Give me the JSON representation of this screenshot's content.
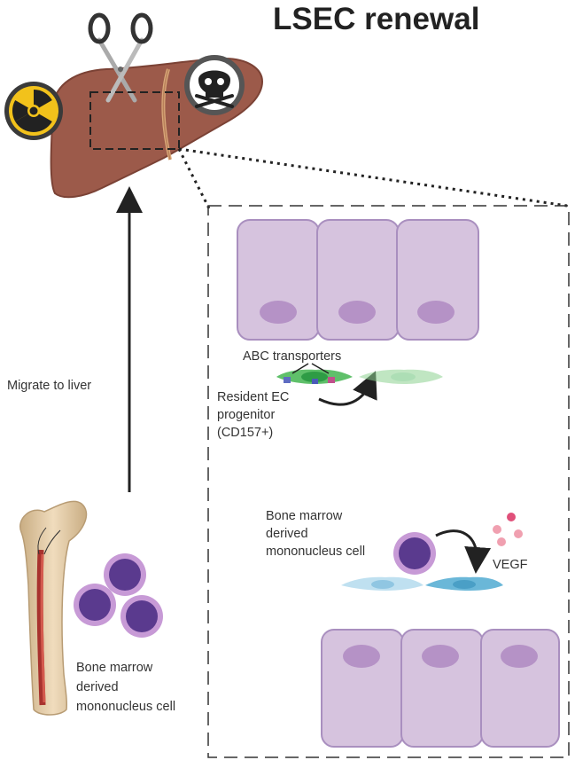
{
  "title": "LSEC renewal",
  "labels": {
    "migrate": "Migrate to liver",
    "bone_marrow_left": "Bone marrow\nderived\nmononucleus cell",
    "abc_transporters": "ABC transporters",
    "resident_ec": "Resident EC\nprogenitor\n(CD157+)",
    "bone_marrow_right": "Bone marrow\nderived\nmononucleus cell",
    "vegf": "VEGF"
  },
  "icons": [
    "radiation-icon",
    "scissors-icon",
    "skull-crossbones-icon",
    "liver-icon",
    "bone-icon"
  ],
  "colors": {
    "liver": "#9c5a4a",
    "cell_fill": "#d6c3de",
    "nucleus": "#b592c6",
    "mono_outer": "#c79ad6",
    "mono_inner": "#5a3a8e",
    "ec_green": "#5fc06a",
    "ec_blue": "#6ab7d8",
    "vegf": "#e0707a"
  }
}
